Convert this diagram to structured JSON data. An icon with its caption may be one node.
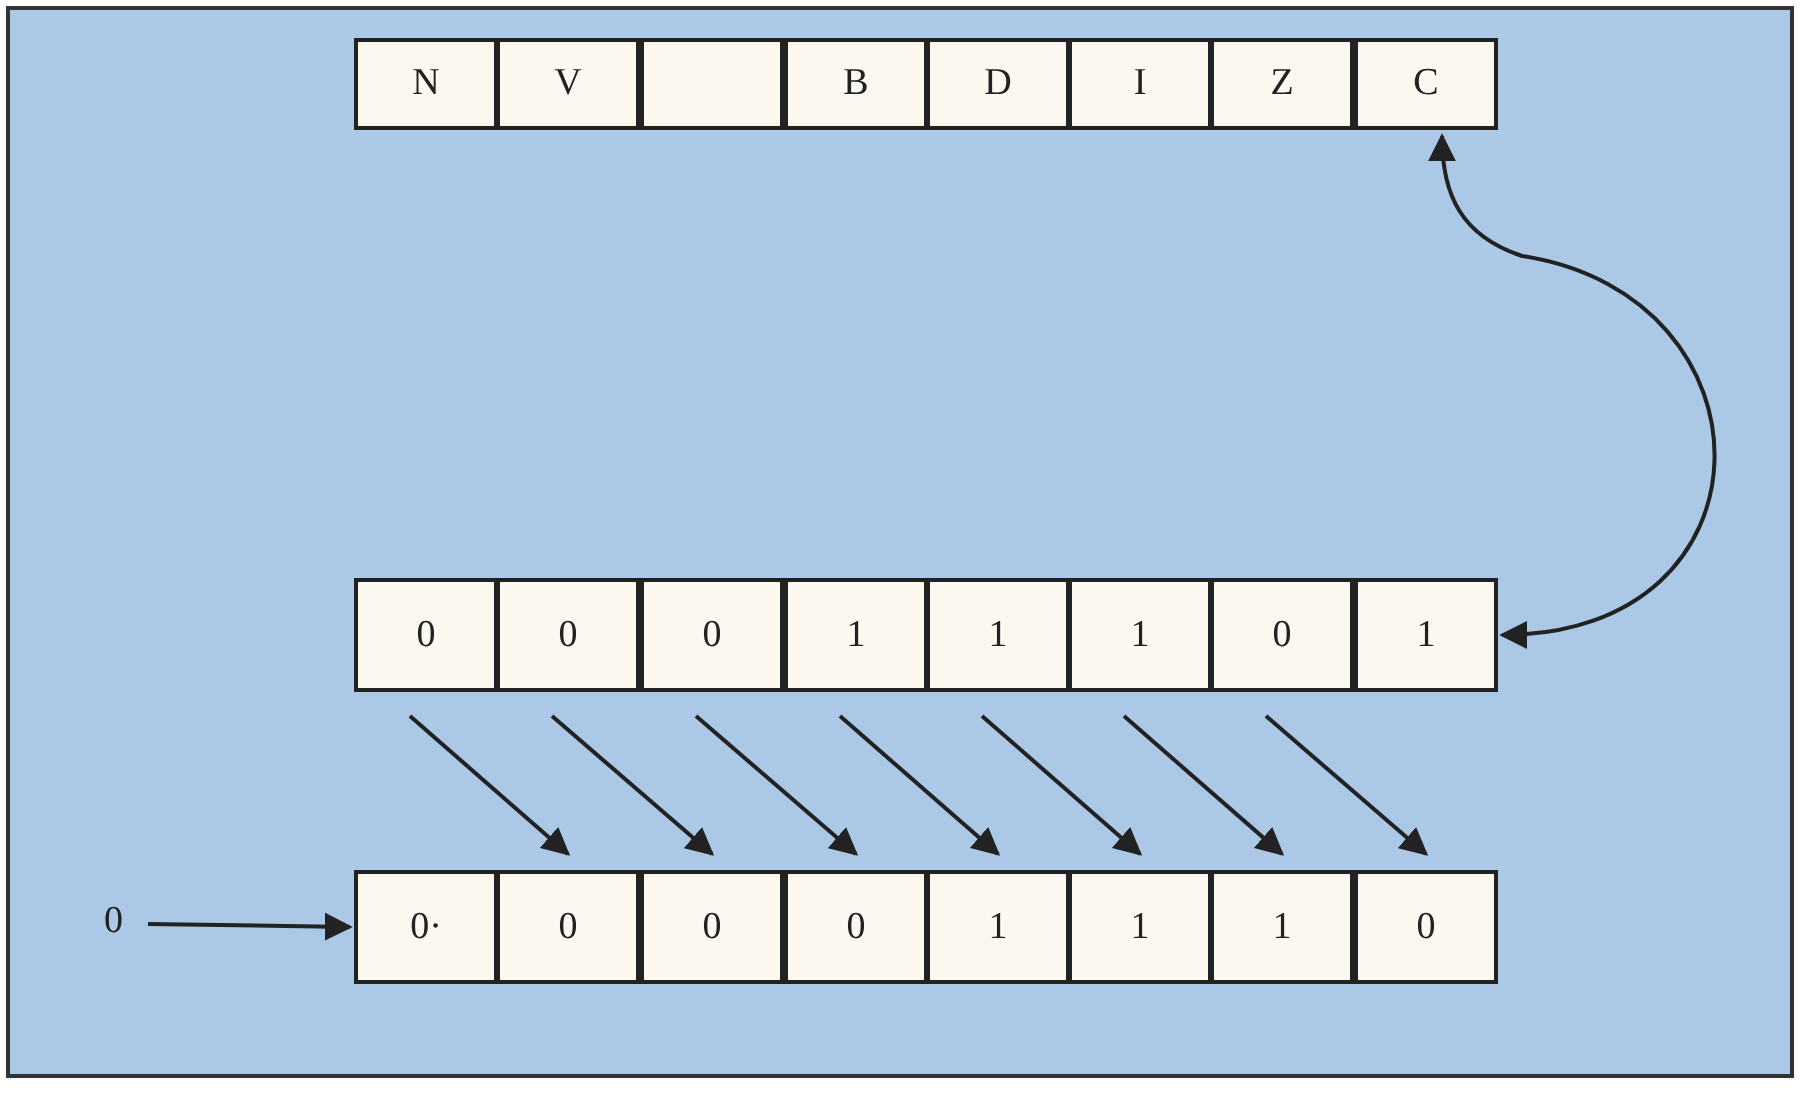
{
  "diagram": {
    "nodes": [
      {
        "text": [
          "N"
        ]
      },
      {
        "text": [
          "V"
        ]
      },
      {
        "text": [],
        "shape": "box"
      },
      {
        "text": [
          "B"
        ]
      },
      {
        "text": [
          "D"
        ]
      },
      {
        "text": [
          "I"
        ]
      },
      {
        "text": [
          "Z"
        ]
      },
      {
        "text": [
          "C"
        ]
      },
      {
        "text": [
          "0"
        ]
      },
      {
        "text": [
          "0"
        ]
      },
      {
        "text": [
          "0"
        ]
      },
      {
        "text": [
          "1"
        ]
      },
      {
        "text": [
          "1"
        ]
      },
      {
        "text": [
          "1"
        ]
      },
      {
        "text": [
          "0"
        ]
      },
      {
        "text": [
          "1"
        ]
      },
      {
        "text": [
          "0·"
        ]
      },
      {
        "text": [
          "0"
        ]
      },
      {
        "text": [
          "0"
        ]
      },
      {
        "text": [
          "0"
        ]
      },
      {
        "text": [
          "1"
        ]
      },
      {
        "text": [
          "1"
        ]
      },
      {
        "text": [
          "1"
        ]
      },
      {
        "text": [
          "0"
        ]
      },
      {
        "text": [
          "0"
        ]
      }
    ],
    "edges": [
      {
        "from": 15,
        "to": 7,
        "arrow": "both"
      },
      {
        "from": 8,
        "to": 17,
        "arrow": "to"
      },
      {
        "from": 9,
        "to": 18,
        "arrow": "to"
      },
      {
        "from": 10,
        "to": 19,
        "arrow": "to"
      },
      {
        "from": 11,
        "to": 20,
        "arrow": "to"
      },
      {
        "from": 12,
        "to": 21,
        "arrow": "to"
      },
      {
        "from": 13,
        "to": 22,
        "arrow": "to"
      },
      {
        "from": 14,
        "to": 23,
        "arrow": "to"
      },
      {
        "from": 24,
        "to": 16,
        "arrow": "to"
      }
    ]
  }
}
